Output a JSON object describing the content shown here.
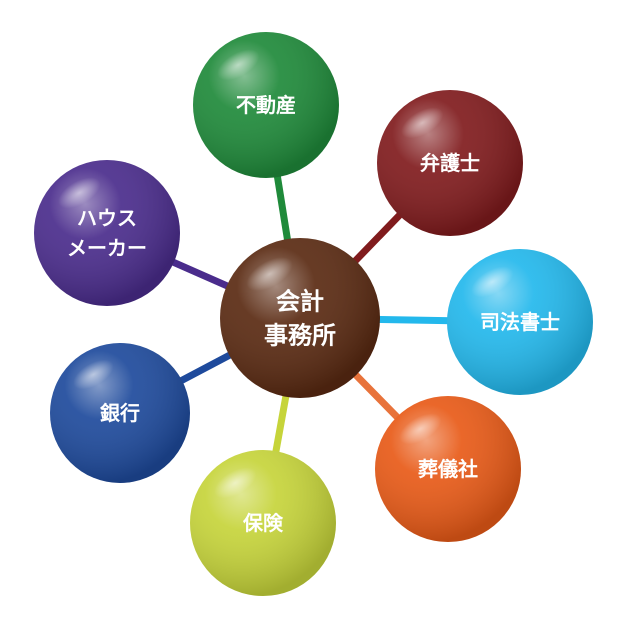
{
  "diagram": {
    "center": {
      "lines": [
        "会計",
        "事務所"
      ],
      "color": "#5a2a12"
    },
    "nodes": [
      {
        "id": "fudosan",
        "lines": [
          "不動産"
        ],
        "color": "#1f8a3a",
        "connector_color": "#1f8a3a"
      },
      {
        "id": "bengoshi",
        "lines": [
          "弁護士"
        ],
        "color": "#801b1d",
        "connector_color": "#801b1d"
      },
      {
        "id": "shihoshoshi",
        "lines": [
          "司法書士"
        ],
        "color": "#23b8ec",
        "connector_color": "#23b8ec"
      },
      {
        "id": "sogisha",
        "lines": [
          "葬儀社"
        ],
        "color": "#e85a17",
        "connector_color": "#e8733b"
      },
      {
        "id": "hoken",
        "lines": [
          "保険"
        ],
        "color": "#c6d43a",
        "connector_color": "#c6d43a"
      },
      {
        "id": "ginko",
        "lines": [
          "銀行"
        ],
        "color": "#1e4a9c",
        "connector_color": "#1e4a9c"
      },
      {
        "id": "house-maker",
        "lines": [
          "ハウス",
          "メーカー"
        ],
        "color": "#4a2c8c",
        "connector_color": "#4a2c8c"
      }
    ]
  }
}
